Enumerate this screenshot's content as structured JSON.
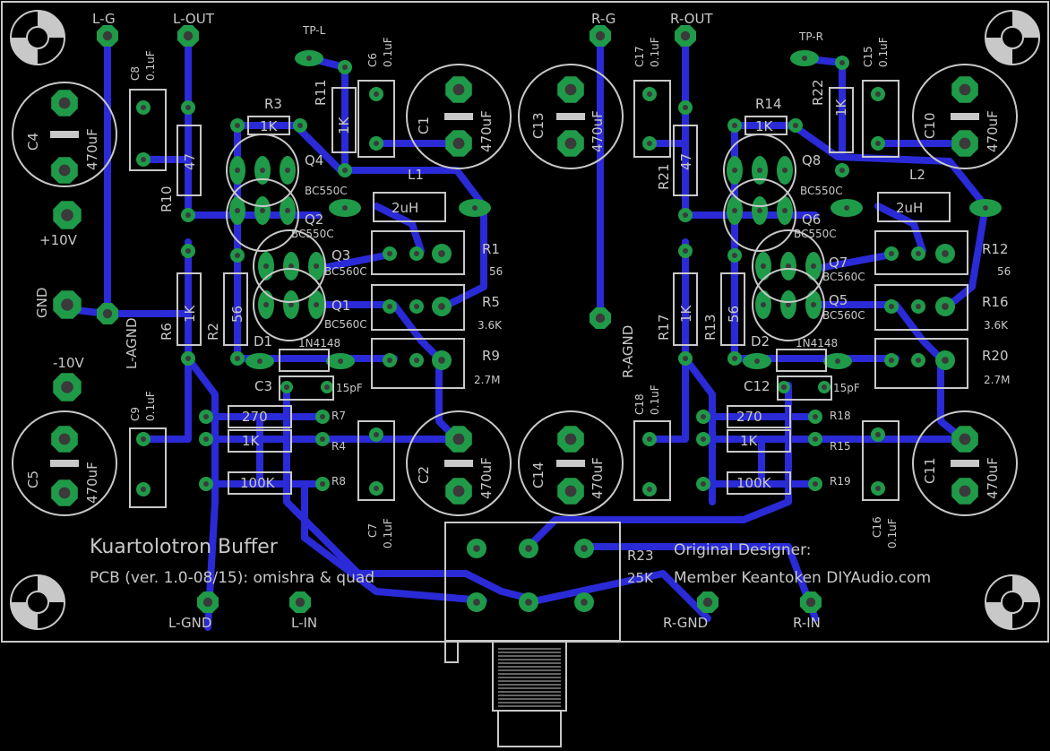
{
  "title": "Kuartolotron Buffer",
  "subtitle": "PCB (ver. 1.0-08/15): omishra & quad",
  "credit_line1": "Original Designer:",
  "credit_line2": "Member Keantoken DIYAudio.com",
  "colors": {
    "background": "#000000",
    "trace": "#2a2ad6",
    "pad": "#1f9a48",
    "silkscreen": "#c8c8c8"
  },
  "labels": {
    "lg": "L-G",
    "lout": "L-OUT",
    "tpl": "TP-L",
    "rg": "R-G",
    "rout": "R-OUT",
    "tpr": "TP-R",
    "plus10": "+10V",
    "gnd": "GND",
    "minus10": "-10V",
    "lagnd": "L-AGND",
    "ragnd": "R-AGND",
    "lgnd": "L-GND",
    "lin": "L-IN",
    "rgnd": "R-GND",
    "rin": "R-IN",
    "c4": "C4",
    "c5": "C5",
    "c1": "C1",
    "c2": "C2",
    "c13": "C13",
    "c14": "C14",
    "c10": "C10",
    "c11": "C11",
    "cap470": "470uF",
    "c8": "C8",
    "c6": "C6",
    "c9": "C9",
    "c7": "C7",
    "c17": "C17",
    "c15": "C15",
    "c18": "C18",
    "c16": "C16",
    "c01": "0.1uF",
    "c3": "C3",
    "c12": "C12",
    "pf15": "15pF",
    "r3": "R3",
    "r14": "R14",
    "r11": "R11",
    "r22": "R22",
    "k1": "1K",
    "r10": "R10",
    "r21": "R21",
    "v47": "47",
    "r6": "R6",
    "r2": "R2",
    "r17": "R17",
    "r13": "R13",
    "v56": "56",
    "q4": "Q4",
    "q2": "Q2",
    "q3": "Q3",
    "q1": "Q1",
    "q8": "Q8",
    "q6": "Q6",
    "q7": "Q7",
    "q5": "Q5",
    "bc550": "BC550C",
    "bc560": "BC560C",
    "l1": "L1",
    "l2": "L2",
    "uh2": "2uH",
    "r1": "R1",
    "r5": "R5",
    "r9": "R9",
    "r12": "R12",
    "r16": "R16",
    "r20": "R20",
    "k36": "3.6K",
    "m27": "2.7M",
    "d1": "D1",
    "d2": "D2",
    "diode": "1N4148",
    "r7": "R7",
    "r4": "R4",
    "r8": "R8",
    "r18": "R18",
    "r15": "R15",
    "r19": "R19",
    "v270": "270",
    "k100": "100K",
    "r23": "R23",
    "k25": "25K"
  }
}
